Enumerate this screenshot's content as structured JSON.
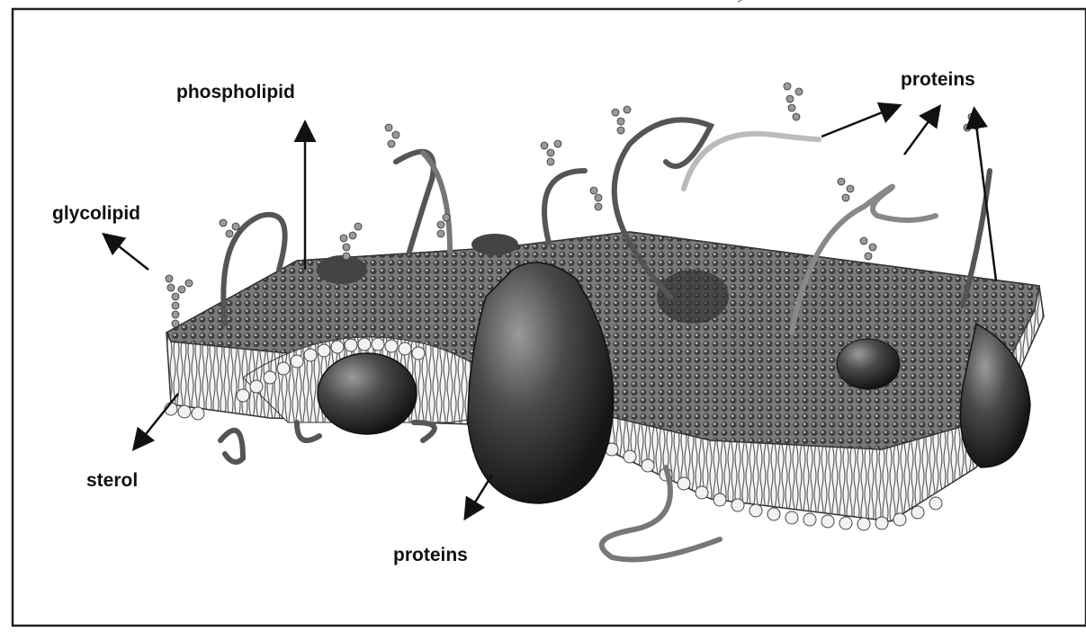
{
  "figure": {
    "background": "#ffffff",
    "frame_color": "#222222",
    "membrane_color": "#6f6f6f",
    "protein_color": "#3a3a3a",
    "labels": {
      "phospholipid": "phospholipid",
      "glycolipid": "glycolipid",
      "sterol": "sterol",
      "proteins_bottom": "proteins",
      "proteins_top": "proteins"
    }
  }
}
